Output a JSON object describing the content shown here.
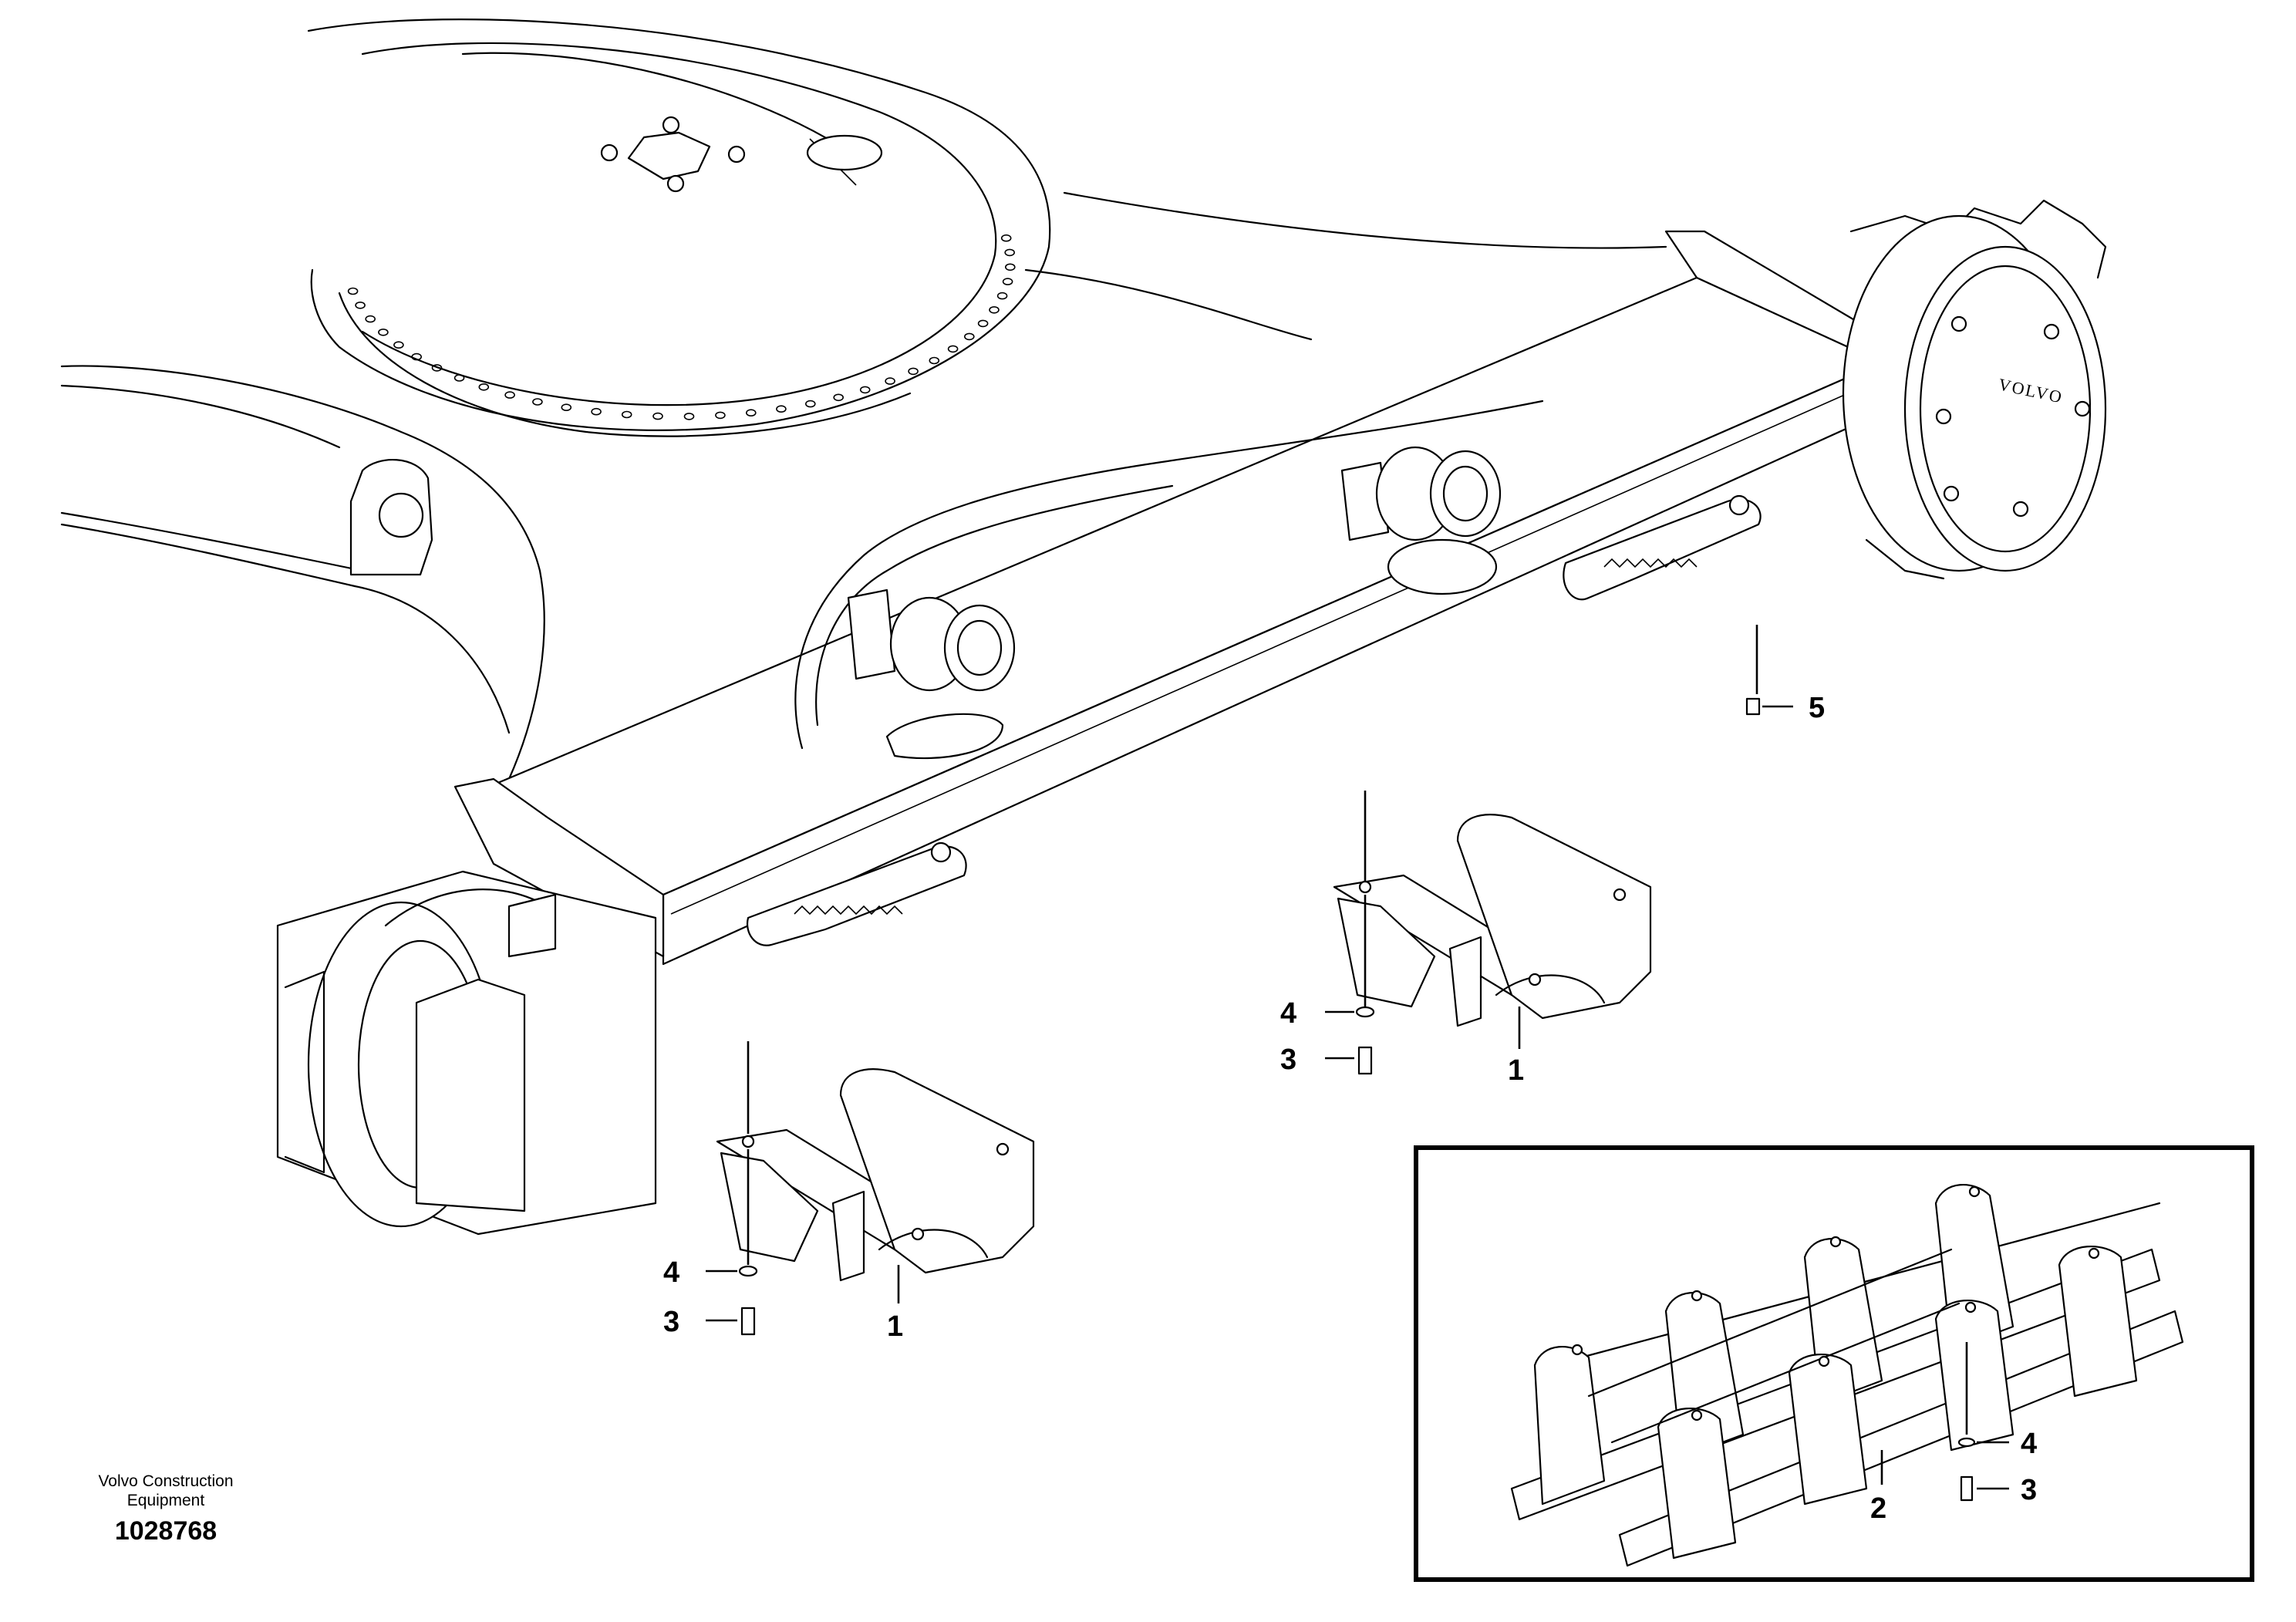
{
  "diagram": {
    "brand": {
      "name": "Volvo Construction Equipment",
      "document_number": "1028768",
      "logo_text": "VOLVO"
    },
    "callouts": {
      "part_1a": "1",
      "part_1b": "1",
      "part_2": "2",
      "part_3a": "3",
      "part_3b": "3",
      "part_3c": "3",
      "part_4a": "4",
      "part_4b": "4",
      "part_4c": "4",
      "part_5": "5"
    }
  }
}
